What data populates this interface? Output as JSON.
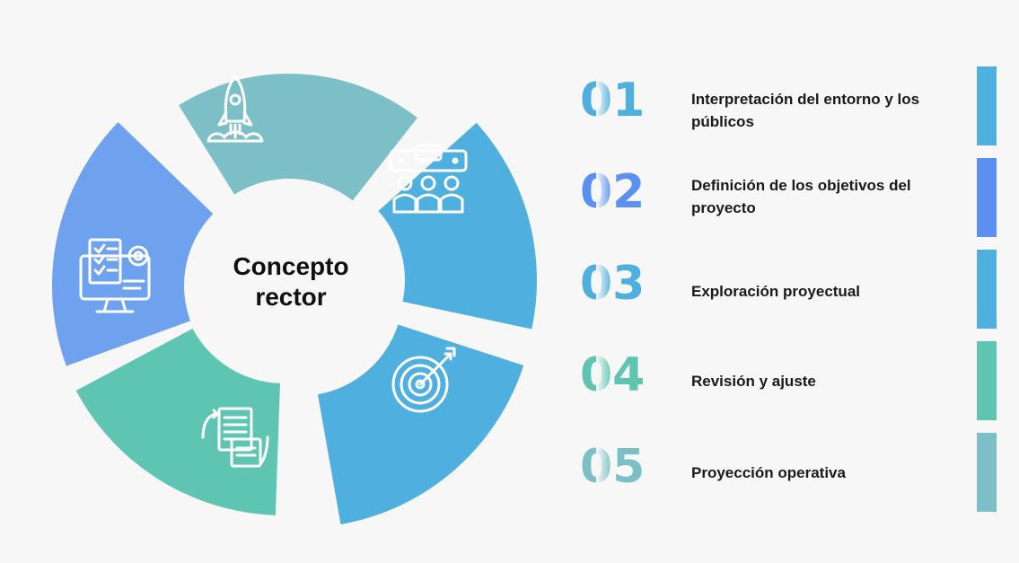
{
  "diagram": {
    "center_label": "Concepto rector",
    "segments": [
      {
        "icon": "rocket-icon",
        "color": "#7dbfc6"
      },
      {
        "icon": "team-meeting-icon",
        "color": "#4fb0e0"
      },
      {
        "icon": "target-icon",
        "color": "#4fb0e0"
      },
      {
        "icon": "document-review-icon",
        "color": "#5ec5b2"
      },
      {
        "icon": "checklist-monitor-icon",
        "color": "#6ea2ee"
      }
    ]
  },
  "steps": [
    {
      "number": "01",
      "label": "Interpretación del entorno y los públicos",
      "color": "#4fb0e0"
    },
    {
      "number": "02",
      "label": "Definición de los objetivos del proyecto",
      "color": "#5b8ff0"
    },
    {
      "number": "03",
      "label": "Exploración proyectual",
      "color": "#4fb0e0"
    },
    {
      "number": "04",
      "label": "Revisión y ajuste",
      "color": "#5ec5b2"
    },
    {
      "number": "05",
      "label": "Proyección operativa",
      "color": "#7dbfc6"
    }
  ]
}
